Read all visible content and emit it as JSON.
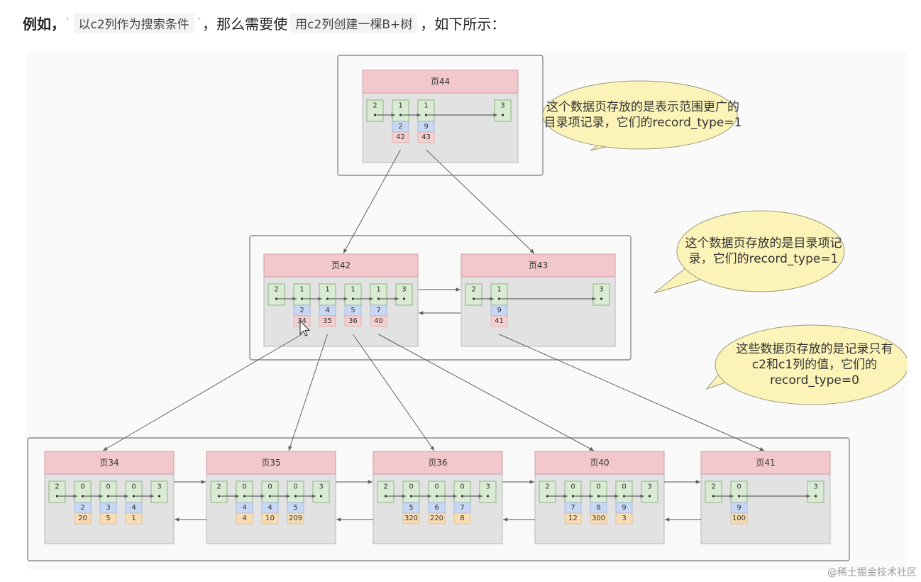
{
  "intro": {
    "prefix": "例如，",
    "code1": "以c2列作为搜索条件",
    "middle": "，那么需要使",
    "code2": "用c2列创建一棵B+树",
    "suffix": "，如下所示："
  },
  "colors": {
    "page_header": "#f2c8cc",
    "page_body": "#e2e2e2",
    "record": "#d9ecd3",
    "record_border": "#7aa86e",
    "key_blue": "#c8d8f4",
    "page_red": "#f4cfd0",
    "value_orange": "#f8ddb4",
    "callout": "#fbf3b7",
    "line": "#606060"
  },
  "tree": {
    "root": {
      "title": "页44",
      "records": [
        {
          "n": "2"
        },
        {
          "n": "1",
          "key": "2",
          "ptr": "42"
        },
        {
          "n": "1",
          "key": "9",
          "ptr": "43"
        },
        {
          "n": "3"
        }
      ]
    },
    "mid": [
      {
        "title": "页42",
        "records": [
          {
            "n": "2"
          },
          {
            "n": "1",
            "key": "2",
            "ptr": "34"
          },
          {
            "n": "1",
            "key": "4",
            "ptr": "35"
          },
          {
            "n": "1",
            "key": "5",
            "ptr": "36"
          },
          {
            "n": "1",
            "key": "7",
            "ptr": "40"
          },
          {
            "n": "3"
          }
        ]
      },
      {
        "title": "页43",
        "records": [
          {
            "n": "2"
          },
          {
            "n": "1",
            "key": "9",
            "ptr": "41"
          },
          {
            "n": "3"
          }
        ]
      }
    ],
    "leaves": [
      {
        "title": "页34",
        "records": [
          {
            "n": "2"
          },
          {
            "n": "0",
            "key": "2",
            "val": "20"
          },
          {
            "n": "0",
            "key": "3",
            "val": "5"
          },
          {
            "n": "0",
            "key": "4",
            "val": "1"
          },
          {
            "n": "3"
          }
        ]
      },
      {
        "title": "页35",
        "records": [
          {
            "n": "2"
          },
          {
            "n": "0",
            "key": "4",
            "val": "4"
          },
          {
            "n": "0",
            "key": "4",
            "val": "10"
          },
          {
            "n": "0",
            "key": "5",
            "val": "209"
          },
          {
            "n": "3"
          }
        ]
      },
      {
        "title": "页36",
        "records": [
          {
            "n": "2"
          },
          {
            "n": "0",
            "key": "5",
            "val": "320"
          },
          {
            "n": "0",
            "key": "6",
            "val": "220"
          },
          {
            "n": "0",
            "key": "7",
            "val": "8"
          },
          {
            "n": "3"
          }
        ]
      },
      {
        "title": "页40",
        "records": [
          {
            "n": "2"
          },
          {
            "n": "0",
            "key": "7",
            "val": "12"
          },
          {
            "n": "0",
            "key": "8",
            "val": "300"
          },
          {
            "n": "0",
            "key": "9",
            "val": "3"
          },
          {
            "n": "3"
          }
        ]
      },
      {
        "title": "页41",
        "records": [
          {
            "n": "2"
          },
          {
            "n": "0",
            "key": "9",
            "val": "100"
          },
          {
            "n": "3"
          }
        ]
      }
    ]
  },
  "callouts": [
    {
      "lines": [
        "这个数据页存放的是表示范围更广的",
        "目录项记录，它们的record_type=1"
      ]
    },
    {
      "lines": [
        "这个数据页存放的是目录项记",
        "录，它们的record_type=1"
      ]
    },
    {
      "lines": [
        "这些数据页存放的是记录只有",
        "c2和c1列的值，它们的",
        "record_type=0"
      ]
    }
  ],
  "watermark": "@稀土掘金技术社区"
}
